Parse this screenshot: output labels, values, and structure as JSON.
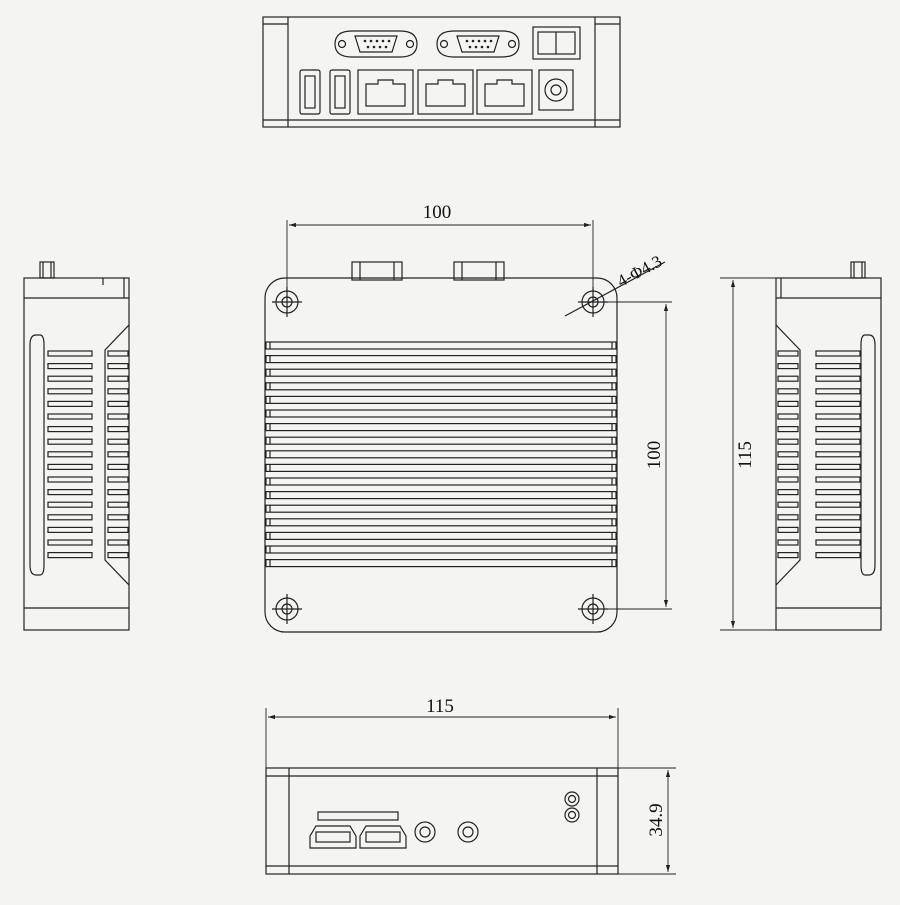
{
  "dimensions": {
    "top_width": "100",
    "hole_spec": "4-Φ4.3",
    "top_height": "100",
    "side_height": "115",
    "front_width": "115",
    "front_height": "34.9"
  },
  "colors": {
    "background": "#f4f4f2",
    "line": "#222222"
  }
}
